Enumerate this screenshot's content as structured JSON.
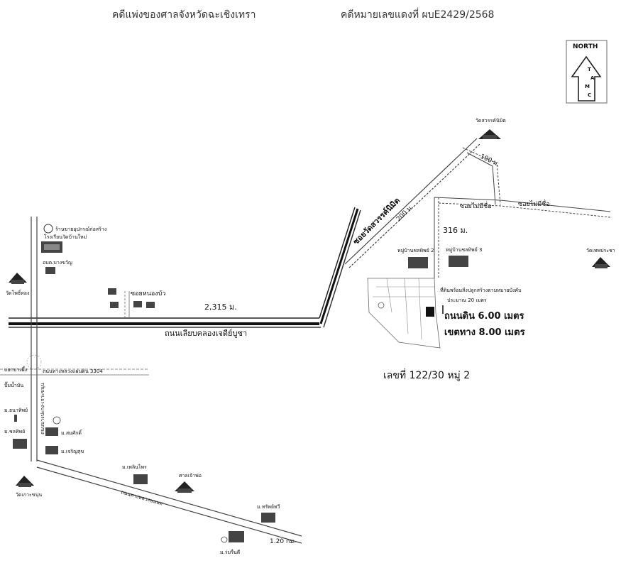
{
  "header": {
    "court": "คดีแพ่งของศาลจังหวัดฉะเชิงเทรา",
    "case_number": "คดีหมายเลขแดงที่ ผบE2429/2568"
  },
  "compass": {
    "label": "NORTH",
    "letters": [
      "T",
      "A",
      "M",
      "C"
    ]
  },
  "roads": {
    "main_road": "ถนนเลียบคลองเจดีย์บูชา",
    "soi_wat": "ซอยวัดสวรรค์นิมิต",
    "soi_mai_mi_chue_1": "ซอยไม่มีชื่อ",
    "soi_mai_mi_chue_2": "ซอยไม่มีชื่อ",
    "soi_nong_bua": "ซอยหนองบัว",
    "vertical_road": "ถนนบางปะกง-เกาะขนุน",
    "diagonal_road": "ถนนทางหลวงชนบท",
    "cross_road": "ถนนทางหลวงแผ่นดิน 3304"
  },
  "distances": {
    "main": "2,315 ม.",
    "soi": "200 ม.",
    "branch": "100 ม.",
    "vertical": "316 ม.",
    "bottom": "1.20 กม."
  },
  "property": {
    "note": "ที่ดินพร้อมสิ่งปลูกสร้างตามหมายบังคับ",
    "note2": "ประมาณ 20 เมตร",
    "road_width": "ถนนดิน 6.00 เมตร",
    "right_of_way": "เขตทาง 8.00 เมตร",
    "address": "เลขที่ 122/30 หมู่ 2"
  },
  "landmarks": {
    "temple_top": "วัดสวรรค์นิมิต",
    "temple_left": "วัดโพธิ์ทอง",
    "temple_right": "วัดเทพประชา",
    "temple_bottom_left": "วัดเกาะขนุน",
    "school": "โรงเรียนวัดบ้านใหม่",
    "gas_station": "ปั๊มน้ำมัน",
    "village_1": "หมู่บ้านชลทิพย์ 2",
    "village_2": "หมู่บ้านชลทิพย์ 3",
    "top_left_note": "ร้านขายอุปกรณ์ก่อสร้าง",
    "top_left_building": "อบต.บางขวัญ",
    "junction": "แยกบางผึ้ง",
    "left_village": "ม.ชลทิพย์",
    "village_a": "ม.สมศักดิ์",
    "village_b": "ม.เจริญสุข",
    "village_c": "ม.เพลินไพร",
    "village_d": "ม.ทรัพย์ทวี",
    "village_e": "ม.ร่มรื่นดี",
    "village_f": "ม.ธนาทิพย์",
    "shrine": "ศาลเจ้าพ่อ"
  }
}
